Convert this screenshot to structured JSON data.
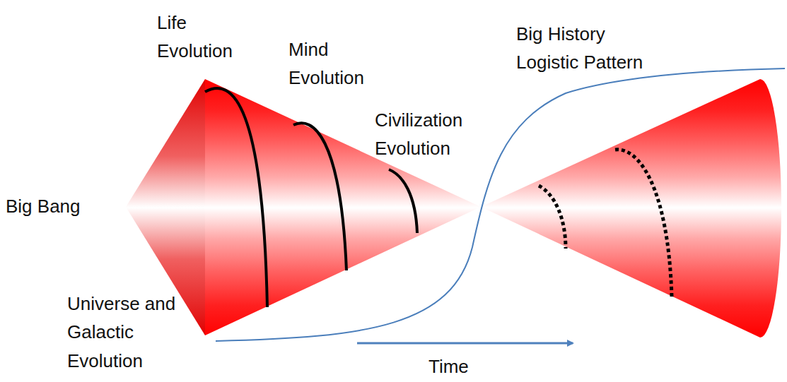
{
  "diagram": {
    "labels": [
      "Life Evolution",
      "Mind Evolution",
      "Civilization Evolution",
      "Big History Logistic Pattern",
      "Big Bang",
      "Universe and Galactic Evolution",
      "Time"
    ]
  }
}
